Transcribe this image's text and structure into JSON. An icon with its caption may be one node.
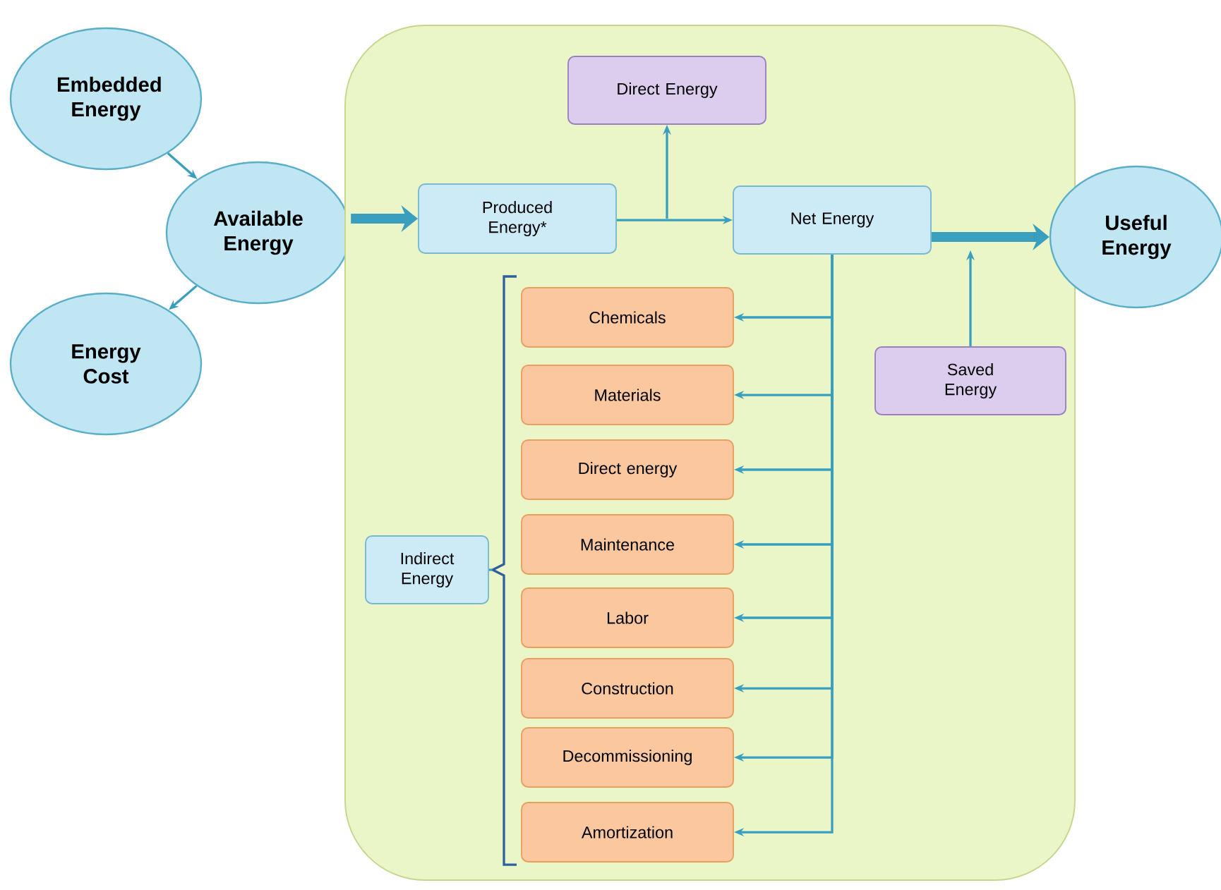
{
  "diagram": {
    "nodes": [
      {
        "text": [
          "Embedded Energy"
        ]
      },
      {
        "text": [
          "Available Energy"
        ]
      },
      {
        "text": [
          "Energy Cost"
        ]
      },
      {
        "text": [],
        "shape": "box"
      },
      {
        "text": [
          "Direct Energy"
        ],
        "in": 3
      },
      {
        "text": [
          "Produced Energy*"
        ],
        "in": 3
      },
      {
        "text": [
          "Net Energy"
        ],
        "in": 3
      },
      {
        "text": [
          "Useful Energy"
        ]
      },
      {
        "text": [
          "Saved Energy"
        ],
        "in": 3
      },
      {
        "text": [
          "Indirect Energy"
        ],
        "in": 3
      },
      {
        "text": [
          "Chemicals"
        ],
        "in": 3
      },
      {
        "text": [
          "Materials"
        ],
        "in": 3
      },
      {
        "text": [
          "Direct energy"
        ],
        "in": 3
      },
      {
        "text": [
          "Maintenance"
        ],
        "in": 3
      },
      {
        "text": [
          "Labor"
        ],
        "in": 3
      },
      {
        "text": [
          "Construction"
        ],
        "in": 3
      },
      {
        "text": [
          "Decommissioning"
        ],
        "in": 3
      },
      {
        "text": [
          "Amortization"
        ],
        "in": 3
      }
    ],
    "edges": [
      {
        "from": 0,
        "to": 1,
        "arrow": "to"
      },
      {
        "from": 1,
        "to": 2,
        "arrow": "to"
      },
      {
        "from": 1,
        "to": 5,
        "arrow": "to",
        "style": "thick"
      },
      {
        "from": 5,
        "to": 6,
        "arrow": "to"
      },
      {
        "from": 5,
        "to": 4,
        "arrow": "to"
      },
      {
        "from": 6,
        "to": 7,
        "arrow": "to",
        "style": "thick"
      },
      {
        "from": 8,
        "to": null,
        "arrow": "to"
      },
      {
        "from": 6,
        "to": 10,
        "arrow": "to"
      },
      {
        "from": 6,
        "to": 11,
        "arrow": "to"
      },
      {
        "from": 6,
        "to": 12,
        "arrow": "to"
      },
      {
        "from": 6,
        "to": 13,
        "arrow": "to"
      },
      {
        "from": 6,
        "to": 14,
        "arrow": "to"
      },
      {
        "from": 6,
        "to": 15,
        "arrow": "to"
      },
      {
        "from": 6,
        "to": 16,
        "arrow": "to"
      },
      {
        "from": 6,
        "to": 17,
        "arrow": "to"
      }
    ]
  }
}
